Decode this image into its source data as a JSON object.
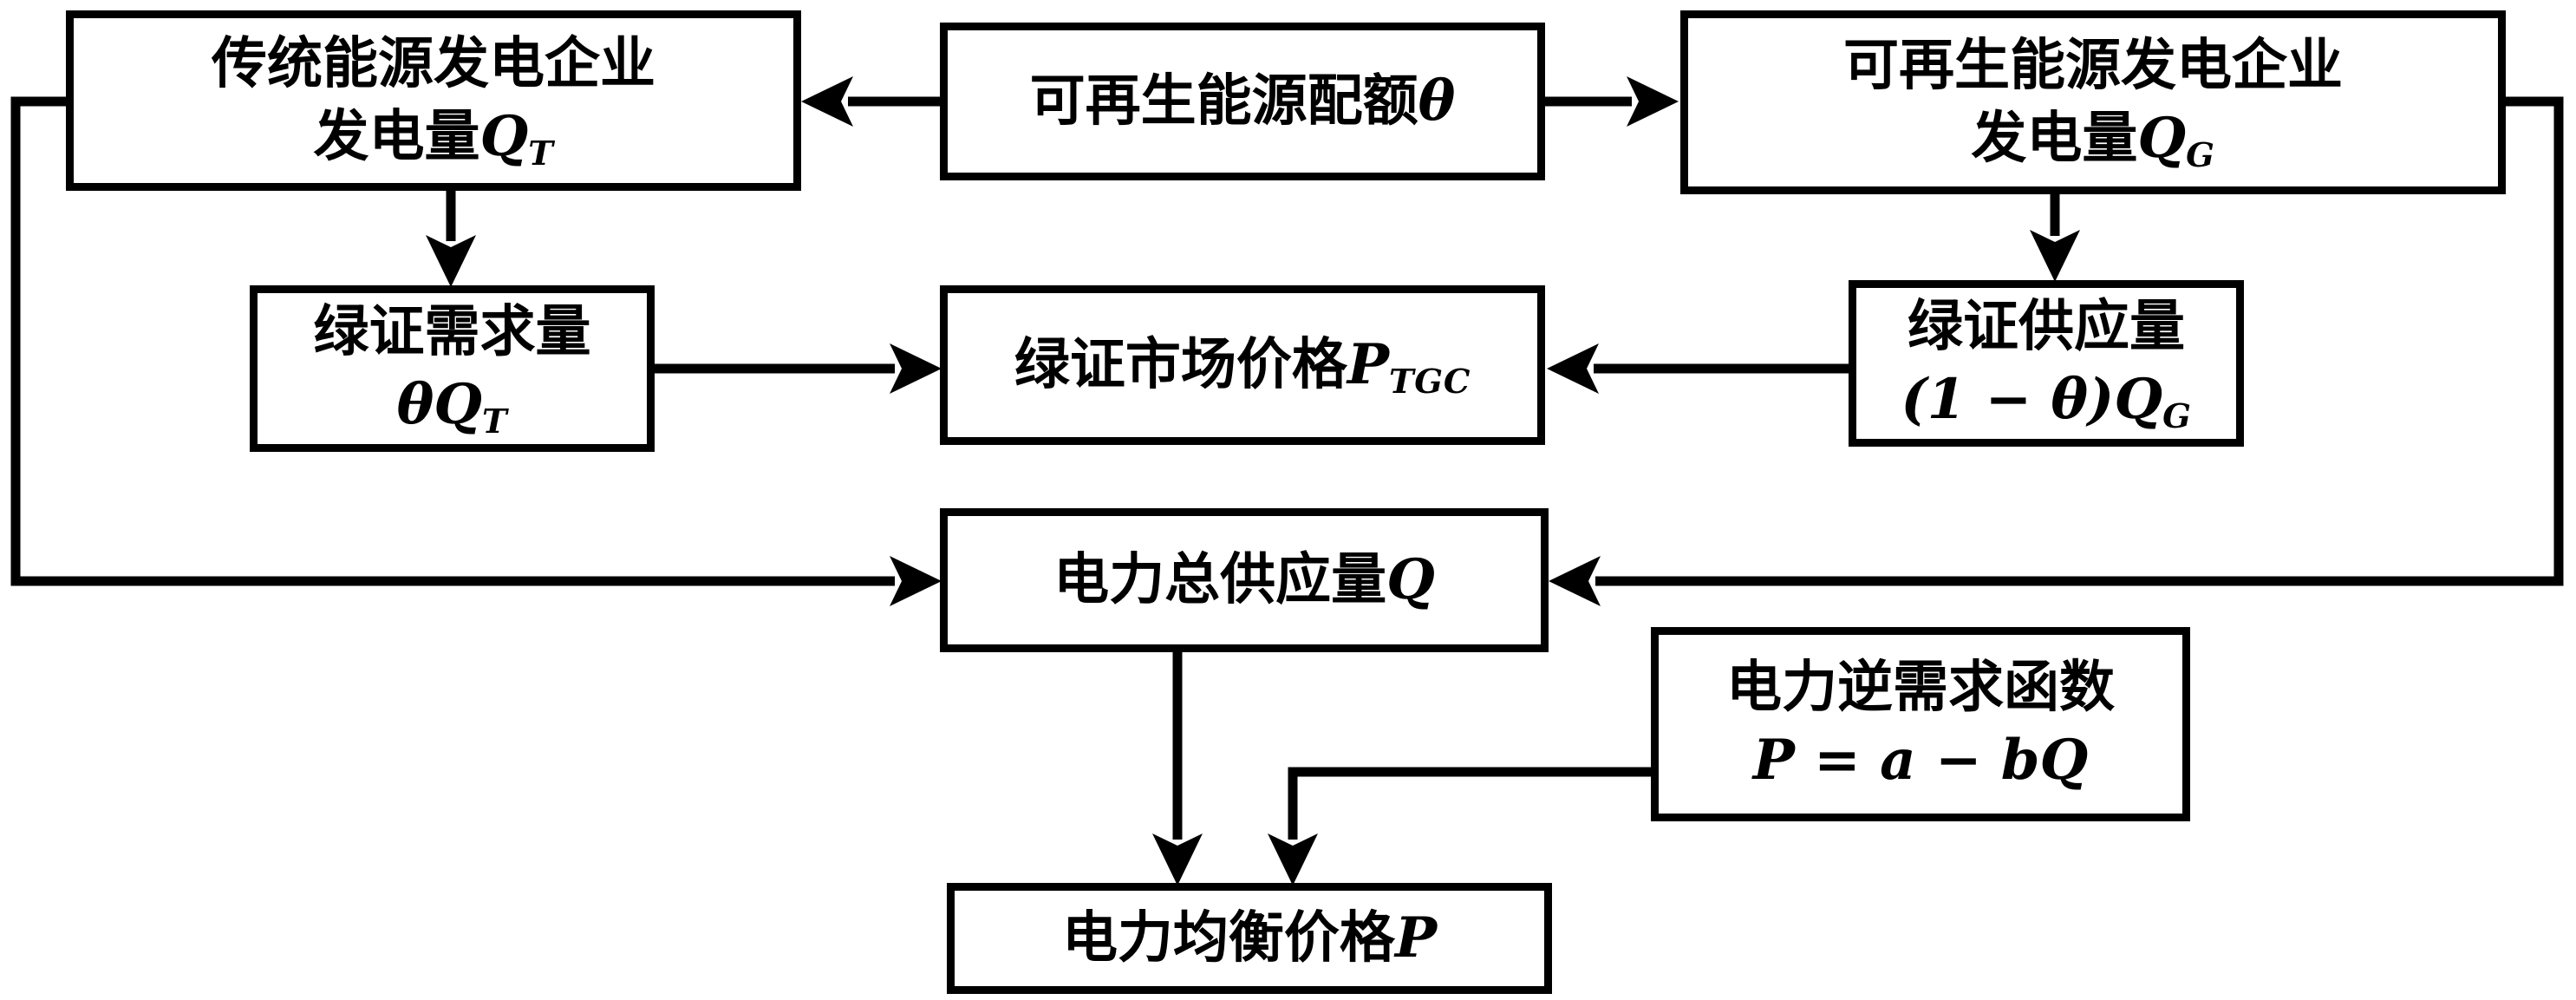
{
  "diagram": {
    "colors": {
      "background": "#ffffff",
      "line": "#000000",
      "text": "#000000"
    },
    "boxes": {
      "traditional": {
        "line1": "传统能源发电企业",
        "line2_label": "发电量",
        "line2_var": "Q",
        "line2_sub": "T"
      },
      "quota": {
        "label": "可再生能源配额",
        "var": "θ"
      },
      "renewable": {
        "line1": "可再生能源发电企业",
        "line2_label": "发电量",
        "line2_var": "Q",
        "line2_sub": "G"
      },
      "tgc_demand": {
        "line1": "绿证需求量",
        "line2_var": "θQ",
        "line2_sub": "T"
      },
      "tgc_price": {
        "label": "绿证市场价格",
        "var": "P",
        "sub": "TGC"
      },
      "tgc_supply": {
        "line1": "绿证供应量",
        "line2_var": "(1 − θ)Q",
        "line2_sub": "G"
      },
      "supply": {
        "label": "电力总供应量",
        "var": "Q"
      },
      "demand_fn": {
        "line1": "电力逆需求函数",
        "line2_var": "P = a − bQ"
      },
      "price": {
        "label": "电力均衡价格",
        "var": "P"
      }
    }
  }
}
